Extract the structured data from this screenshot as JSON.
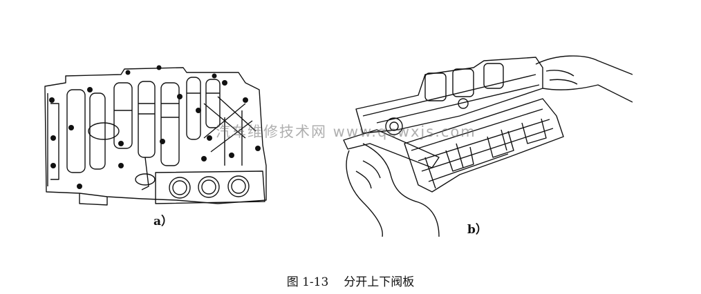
{
  "figure": {
    "panel_a_label": "a）",
    "panel_b_label": "b）",
    "watermark": "汽车维修技术网 www.qcwxjs.com",
    "caption_number": "图 1-13",
    "caption_title": "分开上下阀板"
  }
}
